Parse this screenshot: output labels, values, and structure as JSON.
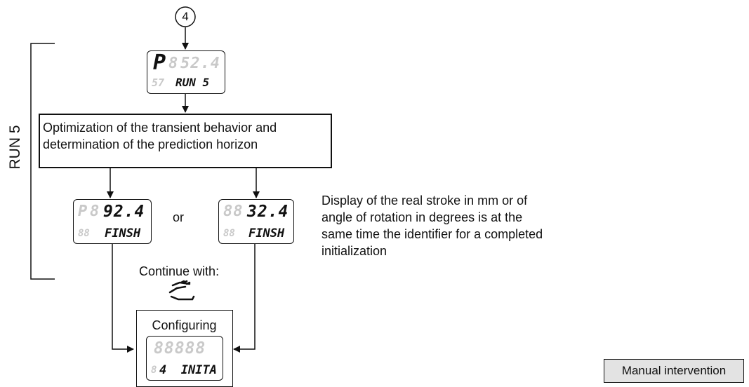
{
  "step_marker": "4",
  "run_label": "RUN 5",
  "display_run": {
    "top_mode": "P",
    "top_ghost": "8",
    "top_value": "52.4",
    "bottom_ghost": "57",
    "bottom_text": "RUN 5"
  },
  "process_box": {
    "line1": "Optimization of the transient behavior and",
    "line2": "determination of the prediction horizon"
  },
  "display_finish_left": {
    "top_ghost": "8",
    "top_mode": "P",
    "top_value": "92.4",
    "bottom_ghost": "88",
    "bottom_text": "FINSH"
  },
  "or_label": "or",
  "display_finish_right": {
    "top_ghost": "88",
    "top_value": "32.4",
    "bottom_ghost": "88",
    "bottom_text": "FINSH"
  },
  "description": {
    "line1": "Display of the real stroke in mm or of",
    "line2": "angle of rotation in degrees is at the",
    "line3": "same time the identifier for a completed",
    "line4": "initialization"
  },
  "continue_label": "Continue with:",
  "configuring_box": {
    "title": "Configuring",
    "top_ghost": "88888",
    "bottom_ghost": "8",
    "bottom_text": "4  INITA"
  },
  "legend": {
    "label": "Manual intervention",
    "fill": "#e3e3e3"
  }
}
